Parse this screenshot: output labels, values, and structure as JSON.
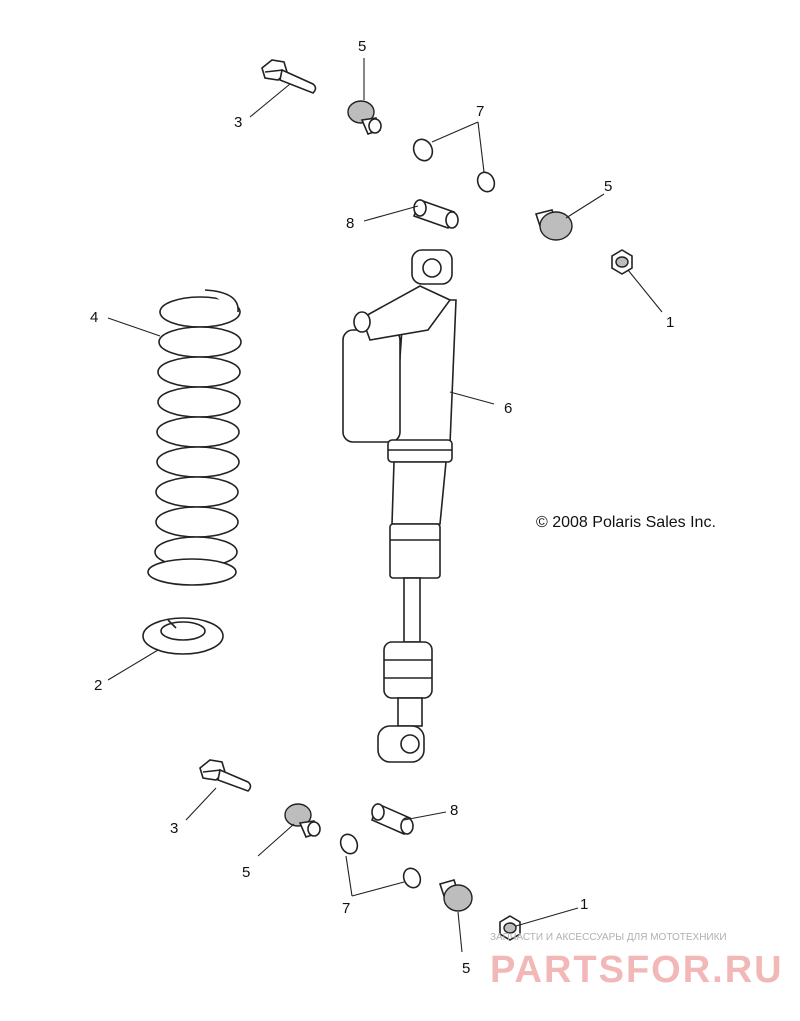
{
  "copyright": "© 2008 Polaris Sales Inc.",
  "callouts": [
    "5",
    "3",
    "7",
    "8",
    "5",
    "1",
    "4",
    "6",
    "2",
    "3",
    "8",
    "5",
    "7",
    "5",
    "1"
  ],
  "watermark": {
    "tagline": "ЗАПЧАСТИ И АКСЕССУАРЫ ДЛЯ МОТОТЕХНИКИ",
    "brand": "PARTSFOR.RU"
  }
}
